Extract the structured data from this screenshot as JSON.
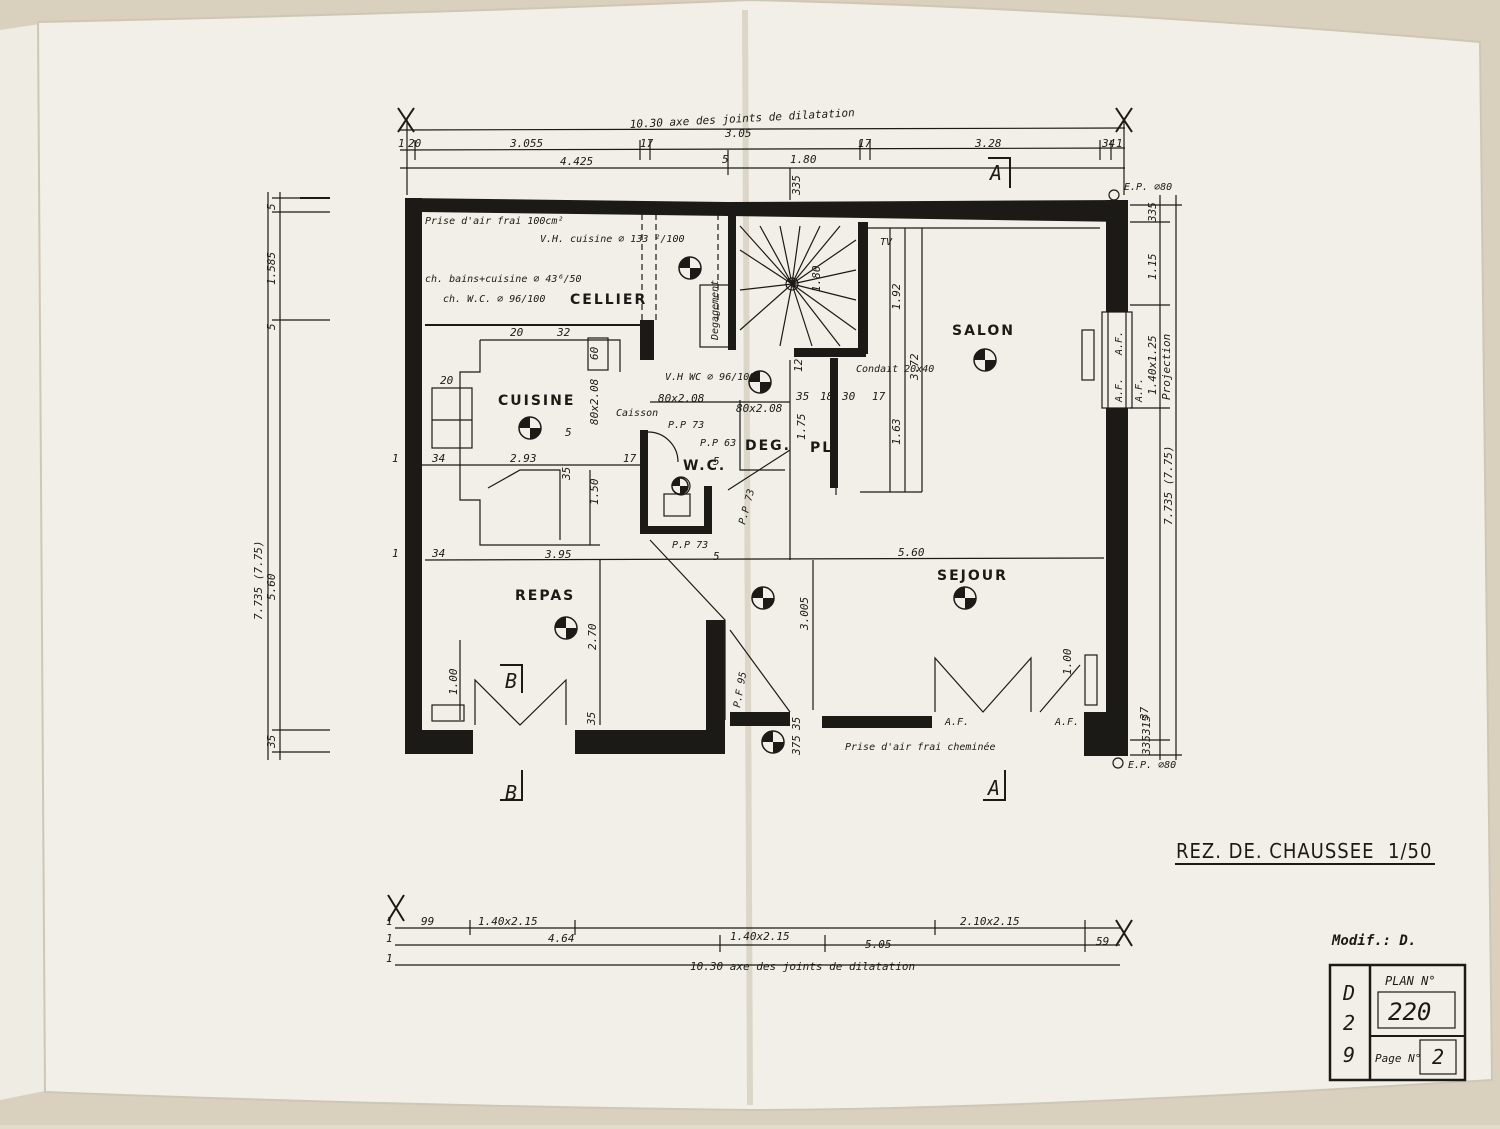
{
  "dimensions": {
    "top_overall": "10.30 axe des joints de dilatation",
    "top_row1": [
      "1",
      "20",
      "3.055",
      "17",
      "3.05",
      "17",
      "3.28",
      "34",
      "1"
    ],
    "top_row2": [
      "4.425",
      "5",
      "1.80"
    ],
    "top_335": "335",
    "bottom_overall": "10.30 axe des joints de dilatation",
    "bottom_row1": [
      "99",
      "1.40x2.15",
      "1.40x2.15",
      "2.10x2.15"
    ],
    "bottom_row2": [
      "1",
      "4.64",
      "5.05",
      "59"
    ],
    "bottom_ones": [
      "1",
      "1"
    ],
    "left_overall": "7.735 (7.75)",
    "left_segments": [
      "1.585",
      "5",
      "5.60",
      "35",
      "5"
    ],
    "right_overall": "7.735 (7.75)",
    "right_segments": [
      "335",
      "1.15",
      "1.40x1.25",
      "Projection",
      "315",
      "335"
    ],
    "interior": [
      "2.93",
      "34",
      "1",
      "3.95",
      "34",
      "1",
      "5.60",
      "1.92",
      "3.72",
      "1.63",
      "1.75",
      "3.005",
      "2.70",
      "1.00",
      "1.00",
      "1.50",
      "80x2.08",
      "80x2.08",
      "80x2.08",
      "35",
      "12",
      "18",
      "30",
      "17",
      "32",
      "20",
      "60",
      "35",
      "1.80",
      "20",
      "5",
      "17",
      "35",
      "375",
      "37",
      "35",
      "5",
      "5"
    ]
  },
  "rooms": {
    "cellier": "CELLIER",
    "cuisine": "CUISINE",
    "salon": "SALON",
    "deg": "DEG.",
    "pl": "PL",
    "wc": "W.C.",
    "sejour": "SEJOUR",
    "repas": "REPAS"
  },
  "notes": {
    "prise_air": "Prise d'air frai 100cm²",
    "vh_cuisine": "V.H. cuisine ⌀ 133 ²/100",
    "ch_bains": "ch. bains+cuisine ⌀ 43⁶/50",
    "ch_wc": "ch. W.C. ⌀ 96/100",
    "vh_wc": "V.H WC ⌀ 96/100",
    "caisson": "Caisson",
    "condait": "Condait 20x40",
    "pp73_a": "P.P 73",
    "pp63": "P.P 63",
    "pp73_b": "P.P 73",
    "pp73_c": "P.P 73",
    "pf95": "P.F 95",
    "tv": "TV",
    "ep_top": "E.P. ⌀80",
    "ep_bottom": "E.P. ⌀80",
    "af_labels": [
      "A.F.",
      "A.F.",
      "A.F.",
      "A.F.",
      "A.F."
    ],
    "prise_cheminee": "Prise d'air frai cheminée",
    "degagement": "Degagement"
  },
  "sections": {
    "a_top": "A",
    "a_bottom": "A",
    "b_room": "B",
    "b_bottom": "B"
  },
  "title": "REZ. DE. CHAUSSEE",
  "scale": "1/50",
  "modif": "Modif.: D.",
  "plan_box": {
    "side_letters": [
      "D",
      "2",
      "9"
    ],
    "plan_label": "PLAN N°",
    "plan_number": "220",
    "page_label": "Page N°",
    "page_number": "2"
  },
  "colors": {
    "paper": "#f1efe7",
    "ink": "#1c1a17",
    "table": "#d8cfbd"
  }
}
